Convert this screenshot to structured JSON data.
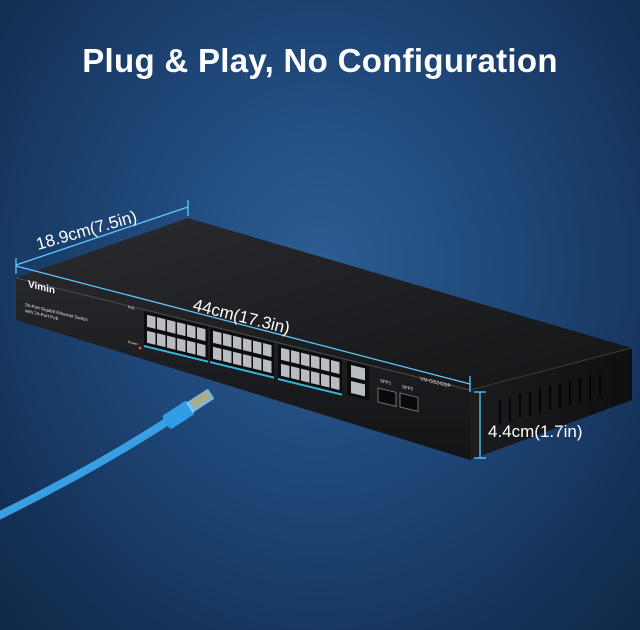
{
  "headline": "Plug & Play, No Configuration",
  "dimensions": {
    "depth": "18.9cm(7.5in)",
    "width": "44cm(17.3in)",
    "height": "4.4cm(1.7in)"
  },
  "device": {
    "brand": "Vimin",
    "description_line1": "26-Port Gigabit Ethernet Switch",
    "description_line2": "with 24-Port PoE",
    "model": "VM-GS2420P",
    "sfp1_label": "SFP1",
    "sfp2_label": "SFP2",
    "power_label": "Power",
    "poe_label": "PoE",
    "body_color": "#1c1d20",
    "port_led_color": "#39b6e0"
  },
  "cable": {
    "color": "#2f9ee6"
  }
}
